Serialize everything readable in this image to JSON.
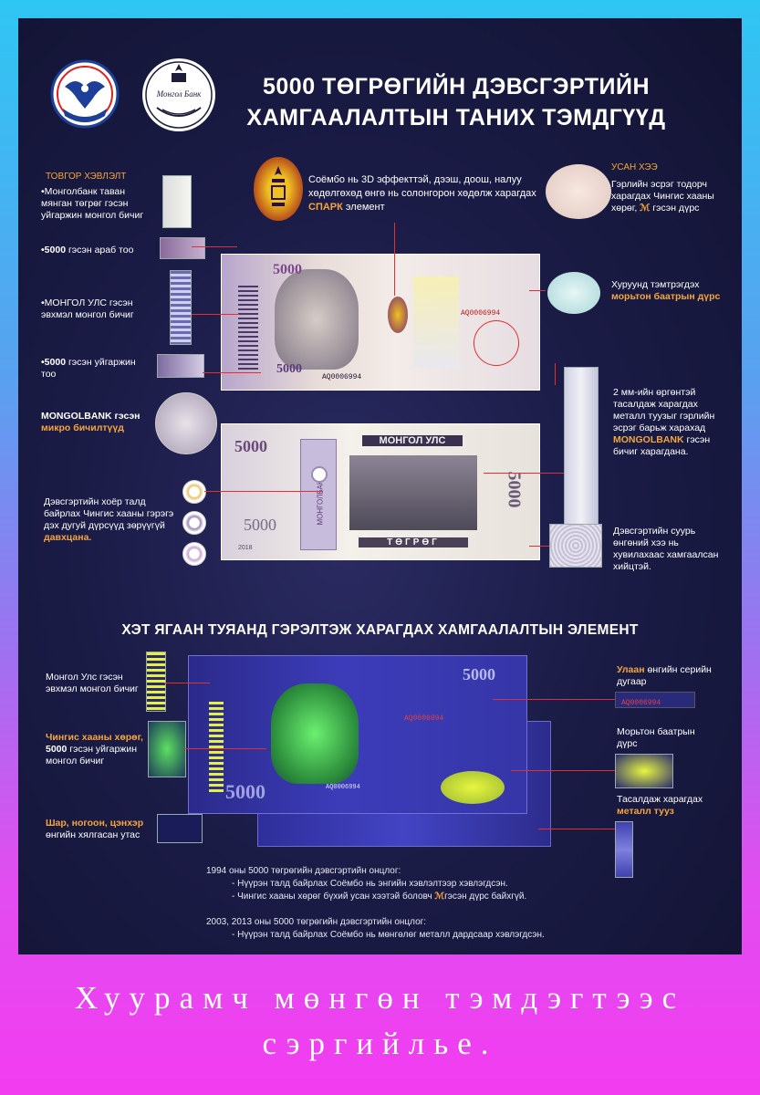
{
  "title": {
    "line1": "5000 ТӨГРӨГИЙН  ДЭВСГЭРТИЙН",
    "line2": "ХАМГААЛАЛТЫН ТАНИХ ТЭМДГҮҮД"
  },
  "logos": {
    "police_label": "POLICE",
    "bank_label": "Монгол Банк"
  },
  "features": {
    "raised_print_title": "ТОВГОР ХЭВЛЭЛТ",
    "raised_print_text": "•Монголбанк таван мянган төгрөг гэсэн уйгаржин монгол бичиг",
    "arabic_5000_bold": "•5000",
    "arabic_5000_rest": " гэсэн араб тоо",
    "mongol_uls_text": "•МОНГОЛ УЛС гэсэн эвхмэл монгол бичиг",
    "uighur_5000_bold": "•5000",
    "uighur_5000_rest": " гэсэн уйгаржин тоо",
    "micro_white": "MONGOLBANK гэсэн",
    "micro_orange": "микро бичилтүүд",
    "soyombo_text": "Соёмбо нь 3D эффекттэй, дээш, доош, налуу хөдөлгөхөд өнгө нь солонгорон хөдөлж харагдах ",
    "soyombo_spark": "СПАРК",
    "soyombo_tail": " элемент",
    "watermark_title": "УСАН ХЭЭ",
    "watermark_text": "Гэрлийн эсрэг тодорч харагдах Чингис хааны хөрөг, ",
    "watermark_tail": " гэсэн дүрс",
    "horseman_text": "Хуруунд тэмтрэгдэх ",
    "horseman_orange": "морьтон баатрын дүрс",
    "thread_text": "2 мм-ийн өргөнтэй тасалдаж харагдах металл туузыг гэрлийн эсрэг барьж харахад ",
    "thread_bold": "MONGOLBANK",
    "thread_tail": " гэсэн бичиг харагдана.",
    "ring_text": "Дэвсгэртийн хоёр талд байрлах Чингис хааны гэрэгэ дэх дугуй дүрсүүд зөрүүгүй ",
    "ring_orange": "давхцана.",
    "background_text": "Дэвсгэртийн суурь өнгөний хээ нь хувилахаас хамгаалсан хийцтэй."
  },
  "note": {
    "serial": "AQ0006994",
    "front_label": "ТӨГРӨГ",
    "back_label": "МОНГОЛ УЛС",
    "back_vertical": "МОНГОЛБАНК",
    "year": "2018",
    "denomination": "5000"
  },
  "uv": {
    "title": "ХЭТ ЯГААН ТУЯАНД ГЭРЭЛТЭЖ ХАРАГДАХ ХАМГААЛАЛТЫН ЭЛЕМЕНТ",
    "mongol_text": "Монгол Улс гэсэн эвхмэл монгол бичиг",
    "chinggis_orange": "Чингис хааны хөрөг,",
    "chinggis_bold": "5000",
    "chinggis_rest": " гэсэн уйгаржин монгол бичиг",
    "fibers_orange": "Шар, ногоон, цэнхэр",
    "fibers_rest": "өнгийн хялгасан утас",
    "serial_orange": "Улаан",
    "serial_rest": " өнгийн серийн дугаар",
    "serial_value": "AQ0006994",
    "horseman_text": "Морьтон баатрын дүрс",
    "metal_text": "Тасалдаж харагдах ",
    "metal_orange": "металл тууз"
  },
  "notes": {
    "line1": "1994 оны 5000 төгрөгийн дэвсгэртийн онцлог:",
    "line2": "- Нүүрэн талд байрлах Соёмбо нь энгийн хэвлэлтээр хэвлэгдсэн.",
    "line3a": "- Чингис хааны хөрөг бүхий усан хээтэй боловч ",
    "line3b": "гэсэн дүрс байхгүй.",
    "line4": "2003, 2013 оны 5000 төгрөгийн дэвсгэртийн онцлог:",
    "line5": "- Нүүрэн талд байрлах Соёмбо нь мөнгөлөг металл дардсаар хэвлэгдсэн."
  },
  "footer": {
    "line1": "Хуурамч мөнгөн тэмдэгтээс",
    "line2": "сэргийлье."
  },
  "colors": {
    "accent_orange": "#f6a53a",
    "pointer_red": "#e03030",
    "poster_bg": "#1b1c47"
  }
}
